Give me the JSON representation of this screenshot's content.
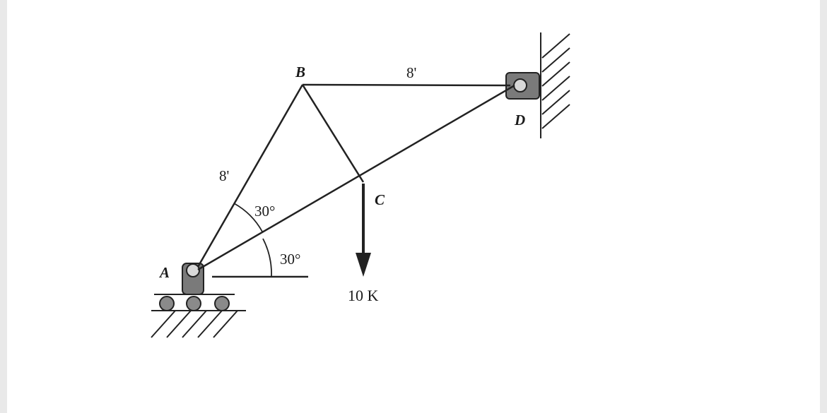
{
  "points": {
    "a": "A",
    "b": "B",
    "c": "C",
    "d": "D"
  },
  "dimensions": {
    "ab_length": "8'",
    "bd_length": "8'"
  },
  "angles": {
    "upper": "30°",
    "lower": "30°"
  },
  "load": {
    "label": "10 K"
  },
  "colors": {
    "line": "#222222",
    "support_fill": "#7a7a7a",
    "roller_fill": "#8a8a8a",
    "background": "#ffffff"
  }
}
